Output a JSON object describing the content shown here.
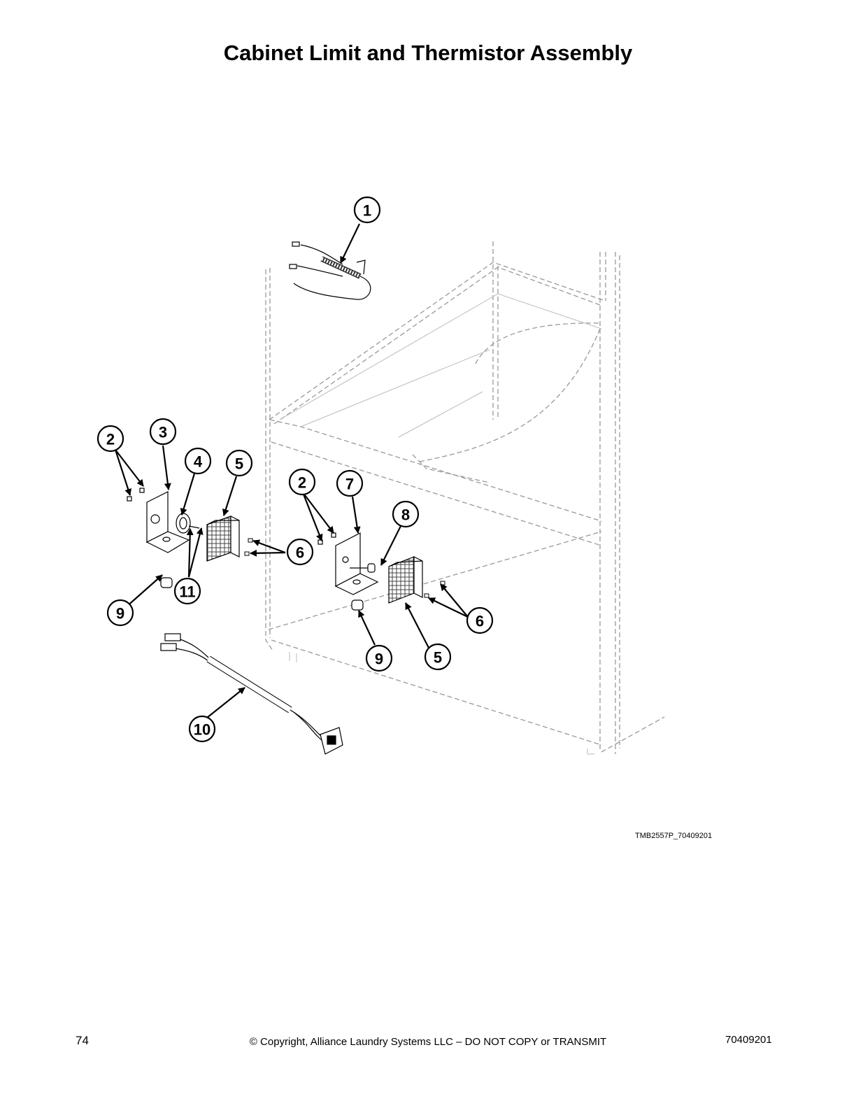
{
  "title": "Cabinet Limit and Thermistor Assembly",
  "callouts": [
    "1",
    "2",
    "3",
    "4",
    "5",
    "2",
    "7",
    "8",
    "6",
    "6",
    "11",
    "9",
    "9",
    "5",
    "10"
  ],
  "figure_id": "TMB2557P_70409201",
  "footer": {
    "page_number": "74",
    "copyright": "© Copyright, Alliance Laundry Systems LLC – DO NOT COPY or TRANSMIT",
    "document_number": "70409201"
  }
}
